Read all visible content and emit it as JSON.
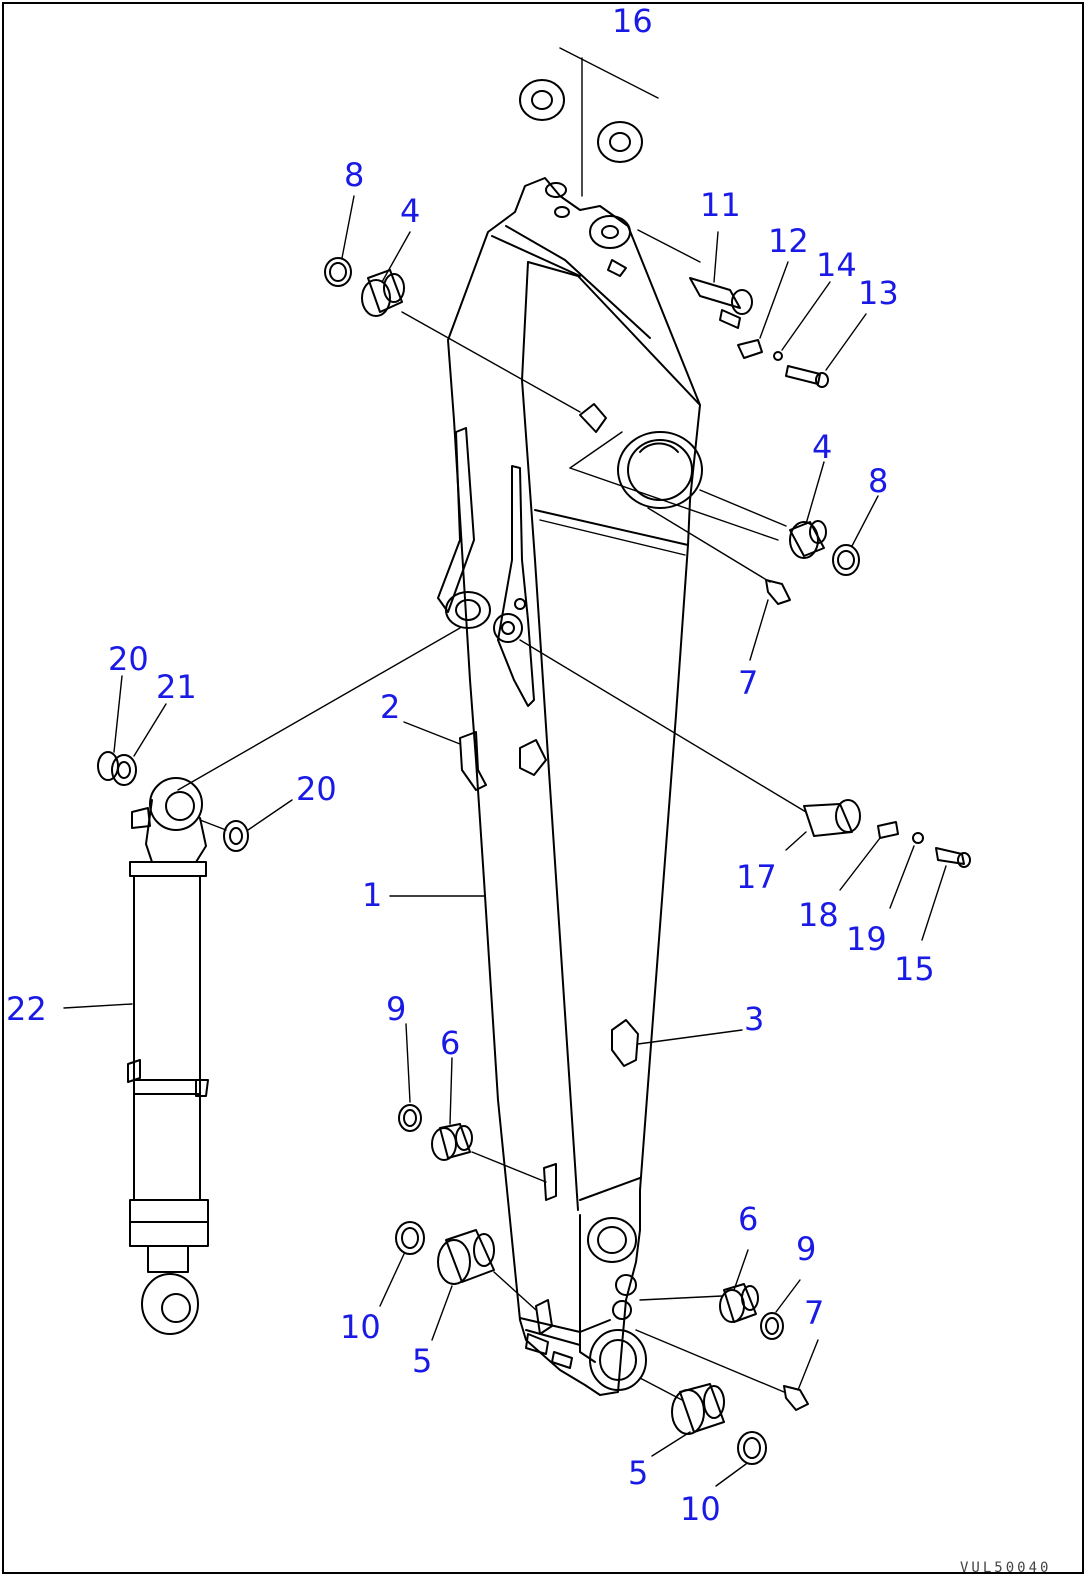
{
  "diagram": {
    "drawing_code": "VUL50040",
    "callouts": [
      "1",
      "2",
      "3",
      "4",
      "4",
      "5",
      "5",
      "6",
      "6",
      "7",
      "7",
      "8",
      "8",
      "9",
      "9",
      "10",
      "10",
      "11",
      "12",
      "13",
      "14",
      "15",
      "16",
      "17",
      "18",
      "19",
      "20",
      "20",
      "21",
      "22"
    ]
  }
}
